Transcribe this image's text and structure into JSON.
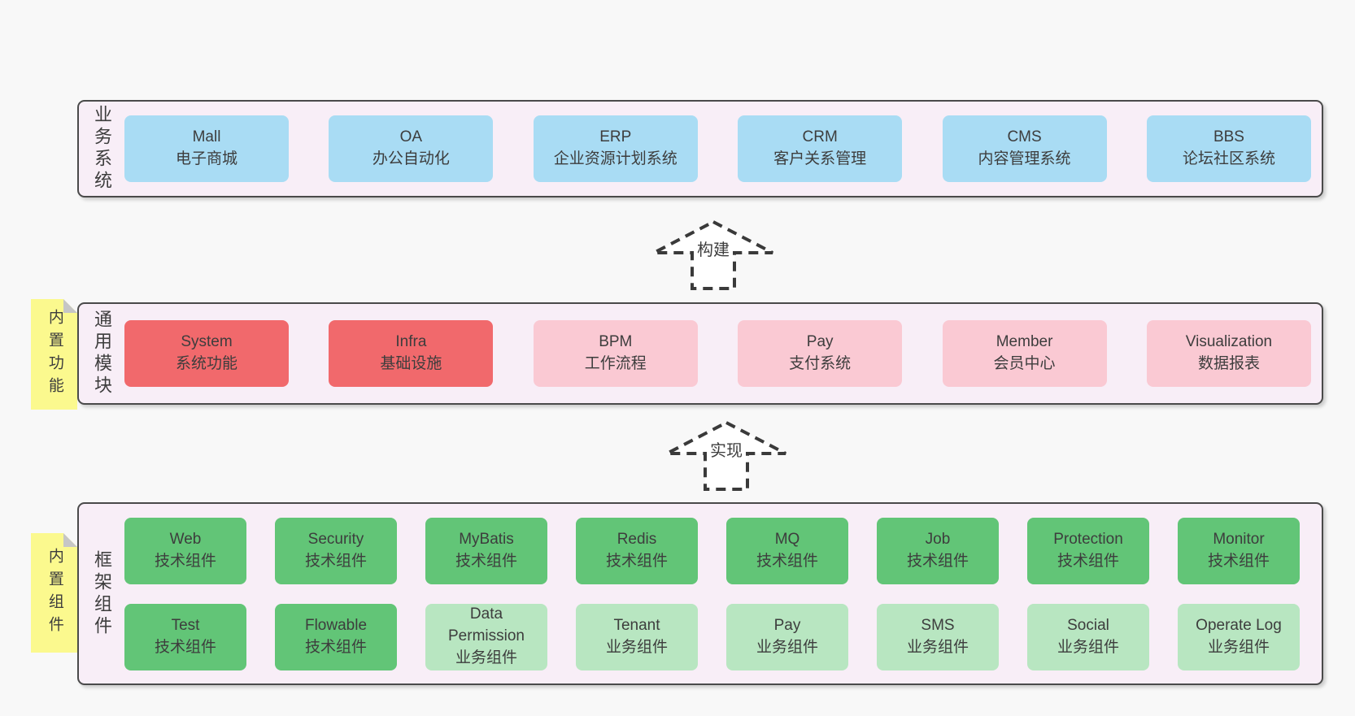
{
  "page": {
    "background": "#f8f8f8"
  },
  "colors": {
    "band_background": "#f8eef7",
    "band_border": "#4a4a4a",
    "blue_box": "#a9dcf4",
    "red_box": "#f1696c",
    "pink_box": "#fac9d3",
    "green_box": "#62c577",
    "light_green_box": "#b8e6c1",
    "note_yellow": "#fbf98e",
    "note_fold_gray": "#c6c6c6",
    "text": "#3d3d3d",
    "arrow_fill": "#ffffff"
  },
  "bands": [
    {
      "label": "业务系统",
      "items": [
        {
          "en": "Mall",
          "zh": "电子商城"
        },
        {
          "en": "OA",
          "zh": "办公自动化"
        },
        {
          "en": "ERP",
          "zh": "企业资源计划系统"
        },
        {
          "en": "CRM",
          "zh": "客户关系管理"
        },
        {
          "en": "CMS",
          "zh": "内容管理系统"
        },
        {
          "en": "BBS",
          "zh": "论坛社区系统"
        }
      ]
    },
    {
      "label": "通用模块",
      "note": "内置功能",
      "items": [
        {
          "en": "System",
          "zh": "系统功能"
        },
        {
          "en": "Infra",
          "zh": "基础设施"
        },
        {
          "en": "BPM",
          "zh": "工作流程"
        },
        {
          "en": "Pay",
          "zh": "支付系统"
        },
        {
          "en": "Member",
          "zh": "会员中心"
        },
        {
          "en": "Visualization",
          "zh": "数据报表"
        }
      ]
    },
    {
      "label": "框架组件",
      "note": "内置组件",
      "rows": [
        [
          {
            "en": "Web",
            "zh": "技术组件"
          },
          {
            "en": "Security",
            "zh": "技术组件"
          },
          {
            "en": "MyBatis",
            "zh": "技术组件"
          },
          {
            "en": "Redis",
            "zh": "技术组件"
          },
          {
            "en": "MQ",
            "zh": "技术组件"
          },
          {
            "en": "Job",
            "zh": "技术组件"
          },
          {
            "en": "Protection",
            "zh": "技术组件"
          },
          {
            "en": "Monitor",
            "zh": "技术组件"
          }
        ],
        [
          {
            "en": "Test",
            "zh": "技术组件"
          },
          {
            "en": "Flowable",
            "zh": "技术组件"
          },
          {
            "en": "Data Permission",
            "zh": "业务组件"
          },
          {
            "en": "Tenant",
            "zh": "业务组件"
          },
          {
            "en": "Pay",
            "zh": "业务组件"
          },
          {
            "en": "SMS",
            "zh": "业务组件"
          },
          {
            "en": "Social",
            "zh": "业务组件"
          },
          {
            "en": "Operate Log",
            "zh": "业务组件"
          }
        ]
      ]
    }
  ],
  "arrows": [
    {
      "label": "构建"
    },
    {
      "label": "实现"
    }
  ]
}
